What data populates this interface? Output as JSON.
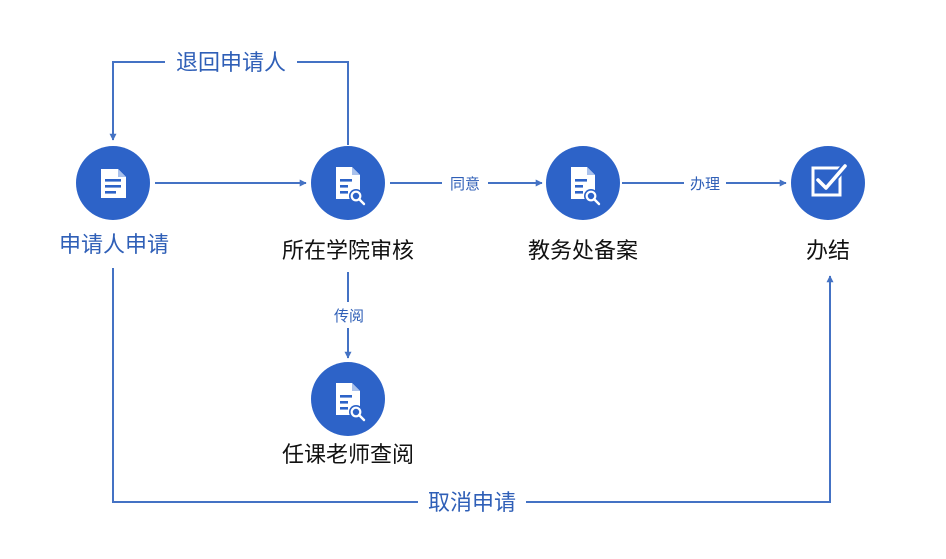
{
  "colors": {
    "node_fill": "#2D63C8",
    "line": "#4472C4",
    "label_highlight": "#2F5FB7",
    "label_default": "#111111"
  },
  "nodes": {
    "apply": {
      "label": "申请人申请",
      "icon": "document-icon"
    },
    "college": {
      "label": "所在学院审核",
      "icon": "document-search-icon"
    },
    "registrar": {
      "label": "教务处备案",
      "icon": "document-search-icon"
    },
    "done": {
      "label": "办结",
      "icon": "checkbox-check-icon"
    },
    "teacher": {
      "label": "任课老师查阅",
      "icon": "document-search-icon"
    }
  },
  "edges": {
    "return_to_applicant": {
      "label": "退回申请人"
    },
    "agree": {
      "label": "同意"
    },
    "process": {
      "label": "办理"
    },
    "circulate": {
      "label": "传阅"
    },
    "cancel": {
      "label": "取消申请"
    }
  }
}
